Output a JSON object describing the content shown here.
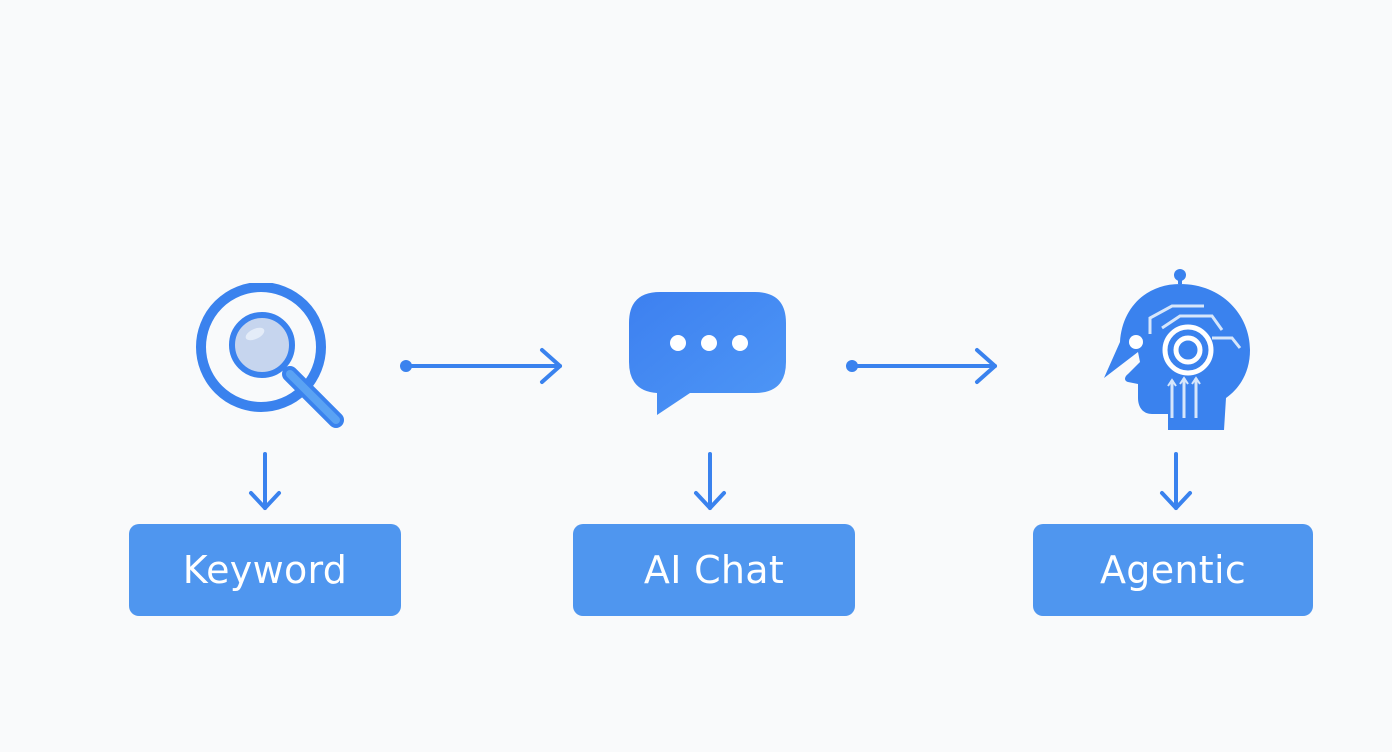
{
  "diagram": {
    "stages": [
      {
        "id": "keyword",
        "label": "Keyword",
        "icon": "magnifier-icon"
      },
      {
        "id": "ai-chat",
        "label": "AI Chat",
        "icon": "chat-bubble-icon"
      },
      {
        "id": "agentic",
        "label": "Agentic",
        "icon": "ai-head-icon"
      }
    ],
    "colors": {
      "primary": "#3a82ee",
      "label_fill": "#4f96ef",
      "label_text": "#ffffff",
      "background": "#f9fafb"
    }
  }
}
